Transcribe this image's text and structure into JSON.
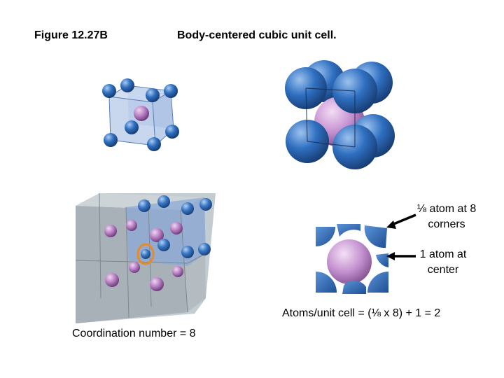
{
  "slide": {
    "figure_label": "Figure 12.27B",
    "title": "Body-centered cubic unit cell.",
    "corner_label_line1": "⅛ atom at 8",
    "corner_label_line2": "corners",
    "center_label_line1": "1 atom at",
    "center_label_line2": "center",
    "atoms_per_cell": "Atoms/unit cell = (⅛ x 8) + 1 = 2",
    "coordination": "Coordination number = 8"
  },
  "colors": {
    "corner_atom": "#2f6fc0",
    "center_atom": "#b67ec2",
    "cube_face": "#9db7e0",
    "lattice_gray": "#9aa6ad",
    "highlight_ring": "#e98a2a"
  }
}
